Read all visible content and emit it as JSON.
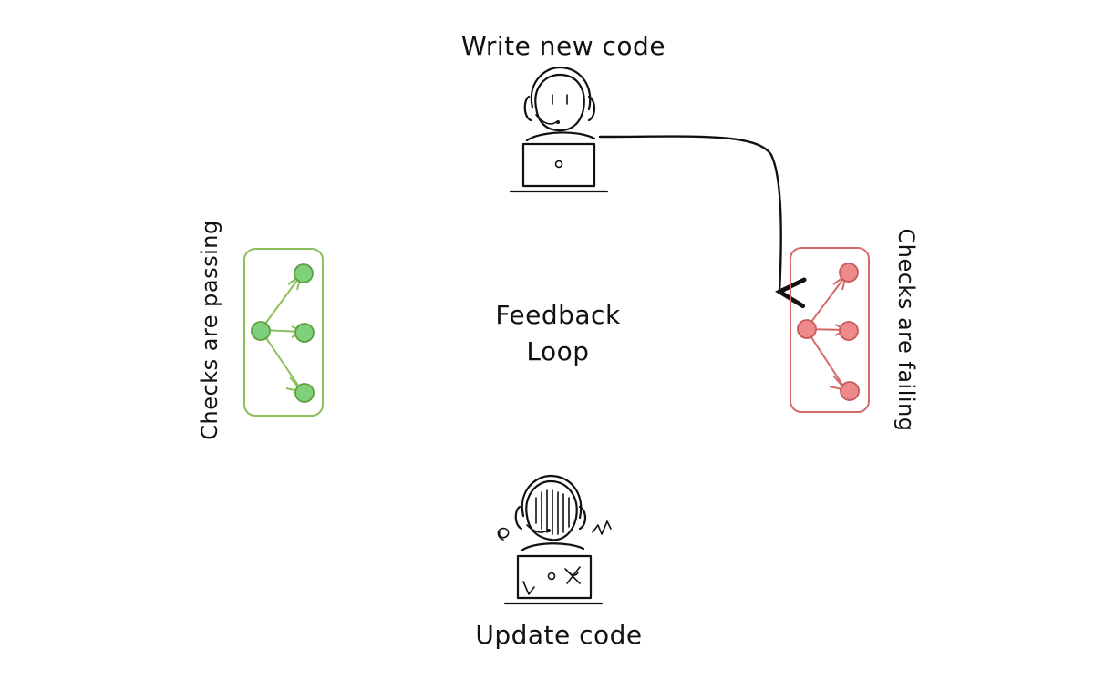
{
  "diagram": {
    "top_label": "Write new code",
    "bottom_label": "Update code",
    "center_label_line1": "Feedback",
    "center_label_line2": "Loop",
    "left_label": "Checks are passing",
    "right_label": "Checks are failing",
    "colors": {
      "ink": "#111111",
      "pass_stroke": "#8cbf5a",
      "pass_fill": "#7fd07a",
      "fail_stroke": "#d46a6a",
      "fail_fill": "#ee8a8a"
    },
    "icons": {
      "top_person": "developer-at-laptop-icon",
      "bottom_person": "frustrated-developer-at-laptop-icon",
      "left_checks": "check-graph-icon",
      "right_checks": "check-graph-icon"
    }
  }
}
